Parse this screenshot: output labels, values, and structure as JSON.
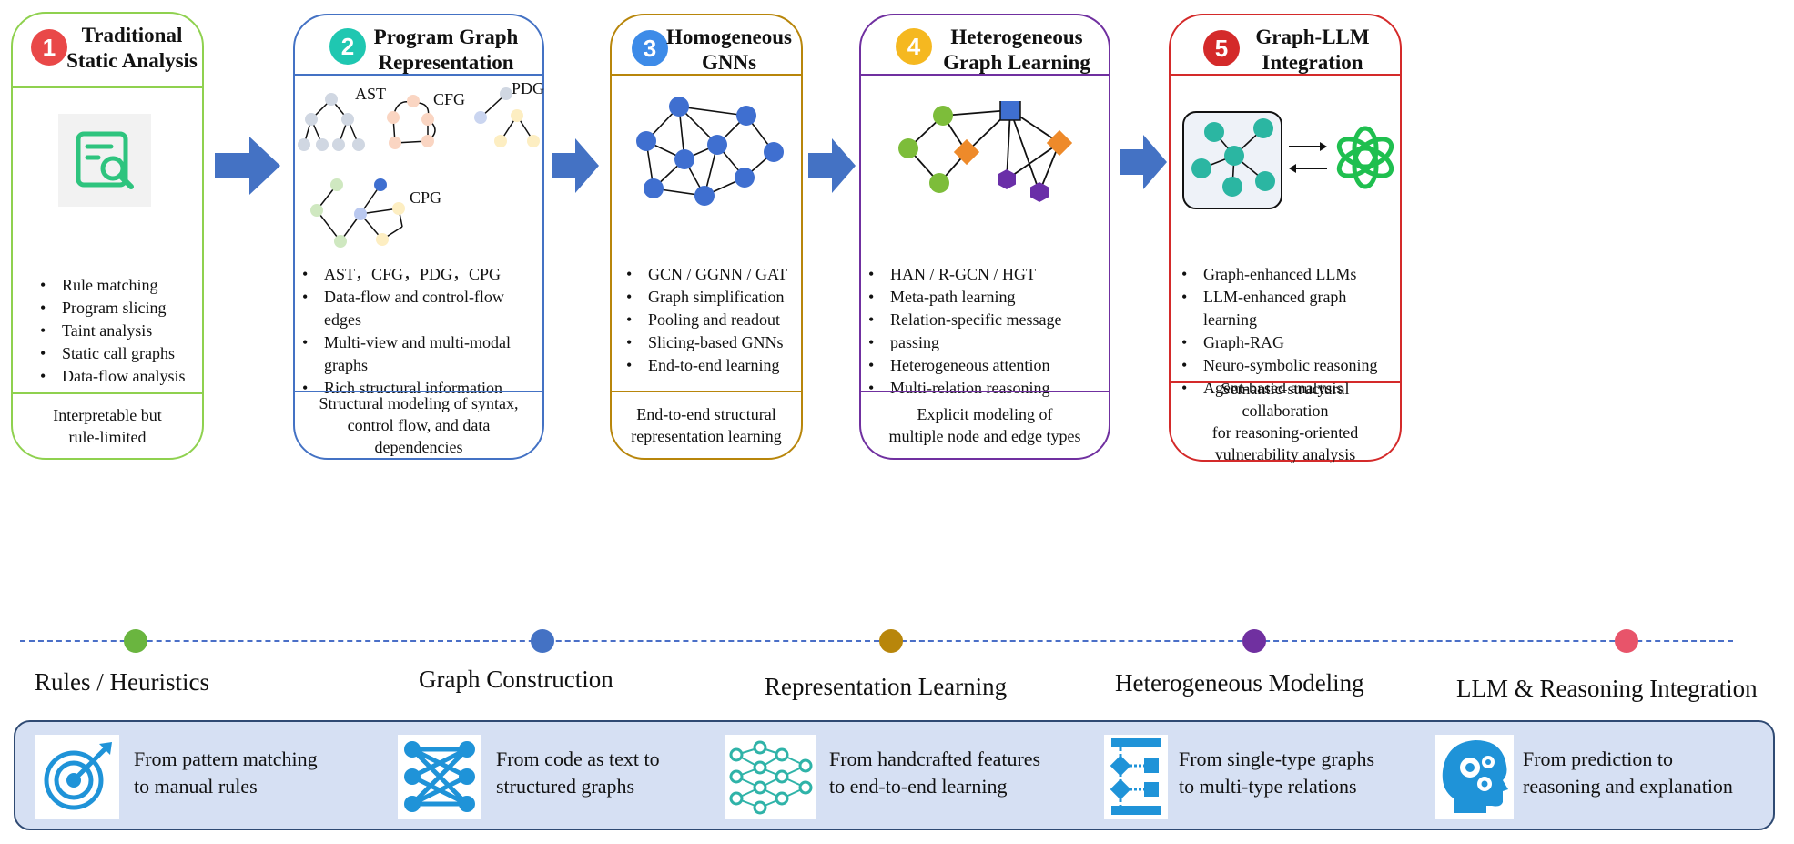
{
  "stages": [
    {
      "number": "1",
      "title_line1": "Traditional",
      "title_line2": "Static  Analysis",
      "color": "#8fd14f",
      "badge_color": "#e94848",
      "bullets": [
        "Rule matching",
        "Program slicing",
        "Taint analysis",
        "Static call graphs",
        "Data-flow analysis"
      ],
      "footer_line1": "Interpretable but",
      "footer_line2": "rule-limited",
      "icon": "code-search-icon"
    },
    {
      "number": "2",
      "title_line1": "Program Graph",
      "title_line2": "Representation",
      "color": "#4472c4",
      "badge_color": "#1fc7b1",
      "bullets": [
        "AST，CFG，PDG，CPG",
        "Data-flow and control-flow edges",
        "Multi-view and multi-modal graphs",
        "Rich structural information"
      ],
      "graph_labels": [
        "AST",
        "CFG",
        "PDG",
        "CPG"
      ],
      "footer_line1": "Structural modeling of syntax,",
      "footer_line2": "control flow, and data dependencies"
    },
    {
      "number": "3",
      "title_line1": "Homogeneous",
      "title_line2": "GNNs",
      "color": "#b8860b",
      "badge_color": "#3d8be8",
      "bullets": [
        "GCN / GGNN  / GAT",
        "Graph simplification",
        "Pooling and readout",
        "Slicing-based GNNs",
        "End-to-end learning"
      ],
      "footer_line1": "End-to-end structural",
      "footer_line2": "representation learning"
    },
    {
      "number": "4",
      "title_line1": "Heterogeneous",
      "title_line2": "Graph Learning",
      "color": "#7030a0",
      "badge_color": "#f5b820",
      "bullets": [
        "HAN / R-GCN  / HGT",
        "Meta-path learning",
        "Relation-specific message",
        "passing",
        "Heterogeneous attention",
        "Multi-relation reasoning"
      ],
      "footer_line1": "Explicit modeling of",
      "footer_line2": "multiple node and edge types"
    },
    {
      "number": "5",
      "title_line1": "Graph-LLM",
      "title_line2": "Integration",
      "color": "#d42a2a",
      "badge_color": "#d42a2a",
      "bullets": [
        "Graph-enhanced LLMs",
        "LLM-enhanced graph learning",
        "Graph-RAG",
        "Neuro-symbolic reasoning",
        "Agent-based analysis"
      ],
      "footer_line1": "Semantic-structural collaboration",
      "footer_line2": "for reasoning-oriented",
      "footer_line3": "vulnerability analysis",
      "icon": "openai-logo-icon"
    }
  ],
  "timeline": [
    {
      "label": "Rules / Heuristics",
      "color": "#6ab53f"
    },
    {
      "label": "Graph Construction",
      "color": "#4472c4"
    },
    {
      "label": "Representation Learning",
      "color": "#b8860b"
    },
    {
      "label": "Heterogeneous Modeling",
      "color": "#7030a0"
    },
    {
      "label": "LLM & Reasoning Integration",
      "color": "#e8546a"
    }
  ],
  "summary": [
    {
      "line1": "From pattern matching",
      "line2": "to manual rules",
      "icon": "target-icon"
    },
    {
      "line1": "From code as text to",
      "line2": "structured graphs",
      "icon": "network-icon"
    },
    {
      "line1": "From handcrafted features",
      "line2": "to end-to-end learning",
      "icon": "neural-network-icon"
    },
    {
      "line1": "From single-type graphs",
      "line2": "to multi-type relations",
      "icon": "flowchart-icon"
    },
    {
      "line1": "From prediction to",
      "line2": "reasoning and explanation",
      "icon": "brain-gears-icon"
    }
  ],
  "colors": {
    "arrow": "#4472c4",
    "bar_bg": "#d6e0f3",
    "bar_border": "#2f4a73",
    "timeline": "#4a6fc7"
  }
}
